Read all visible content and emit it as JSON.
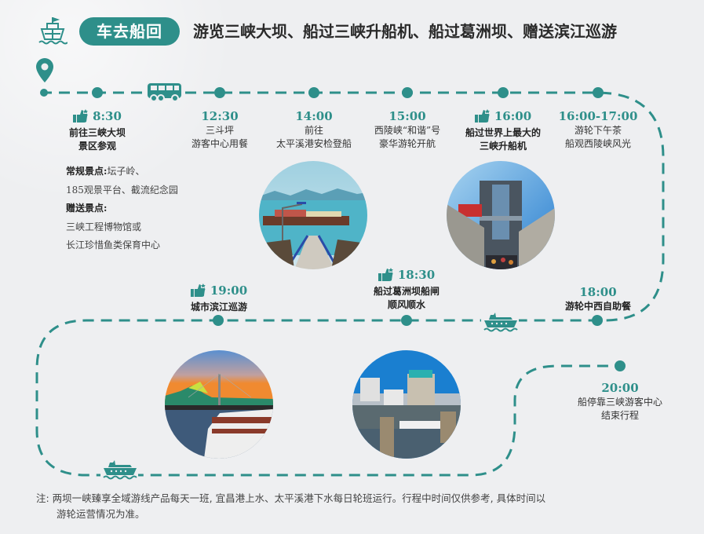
{
  "header": {
    "badge": "车去船回",
    "title": "游览三峡大坝、船过三峡升船机、船过葛洲坝、赠送滨江巡游"
  },
  "colors": {
    "accent": "#2e8f8a",
    "background": "#eeeff1",
    "text_dark": "#222222"
  },
  "stops": [
    {
      "time": "8:30",
      "recommended": true,
      "lines": [
        "前往三峡大坝",
        "景区参观"
      ],
      "bold": true
    },
    {
      "time": "12:30",
      "recommended": false,
      "lines": [
        "三斗坪",
        "游客中心用餐"
      ],
      "bold": false
    },
    {
      "time": "14:00",
      "recommended": false,
      "lines": [
        "前往",
        "太平溪港安检登船"
      ],
      "bold": false
    },
    {
      "time": "15:00",
      "recommended": false,
      "lines": [
        "西陵峡“和谐”号",
        "豪华游轮开航"
      ],
      "bold": false
    },
    {
      "time": "16:00",
      "recommended": true,
      "lines": [
        "船过世界上最大的",
        "三峡升船机"
      ],
      "bold": true
    },
    {
      "time": "16:00-17:00",
      "recommended": false,
      "lines": [
        "游轮下午茶",
        "船观西陵峡风光"
      ],
      "bold": false
    },
    {
      "time": "18:00",
      "recommended": false,
      "lines": [
        "游轮中西自助餐"
      ],
      "bold": true
    },
    {
      "time": "18:30",
      "recommended": true,
      "lines": [
        "船过葛洲坝船闸",
        "顺风顺水"
      ],
      "bold": true
    },
    {
      "time": "19:00",
      "recommended": true,
      "lines": [
        "城市滨江巡游"
      ],
      "bold": true
    },
    {
      "time": "20:00",
      "recommended": false,
      "lines": [
        "船停靠三峡游客中心",
        "结束行程"
      ],
      "bold": false
    }
  ],
  "scenic_details": [
    {
      "label": "常规景点:",
      "text": "坛子岭、"
    },
    {
      "label": "",
      "text": "185观景平台、截流纪念园"
    },
    {
      "label": "赠送景点:",
      "text": ""
    },
    {
      "label": "",
      "text": "三峡工程博物馆或"
    },
    {
      "label": "",
      "text": "长江珍惜鱼类保育中心"
    }
  ],
  "photos": [
    {
      "subject": "taipingxi-pier"
    },
    {
      "subject": "three-gorges-ship-lift"
    },
    {
      "subject": "city-riverside-night-cruise"
    },
    {
      "subject": "gezhouba-ship-lock"
    }
  ],
  "note": {
    "line1": "注: 两坝一峡臻享全域游线产品每天一班, 宜昌港上水、太平溪港下水每日轮班运行。行程中时间仅供参考, 具体时间以",
    "line2": "游轮运营情况为准。"
  }
}
